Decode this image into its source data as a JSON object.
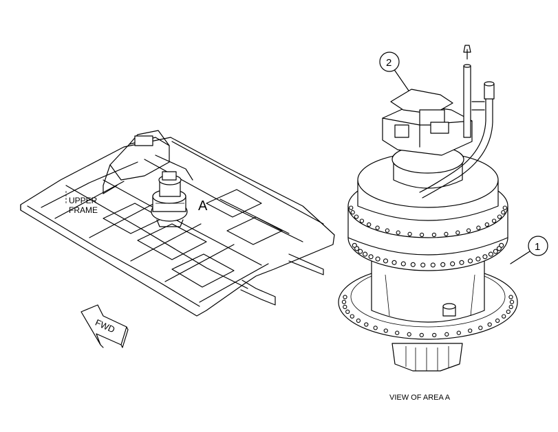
{
  "labels": {
    "upper_frame_line1": "UPPER",
    "upper_frame_line2": "FRAME",
    "area_marker": "A",
    "fwd_arrow": "FWD",
    "view_caption": "VIEW OF AREA A",
    "callout_1": "1",
    "callout_2": "2"
  }
}
